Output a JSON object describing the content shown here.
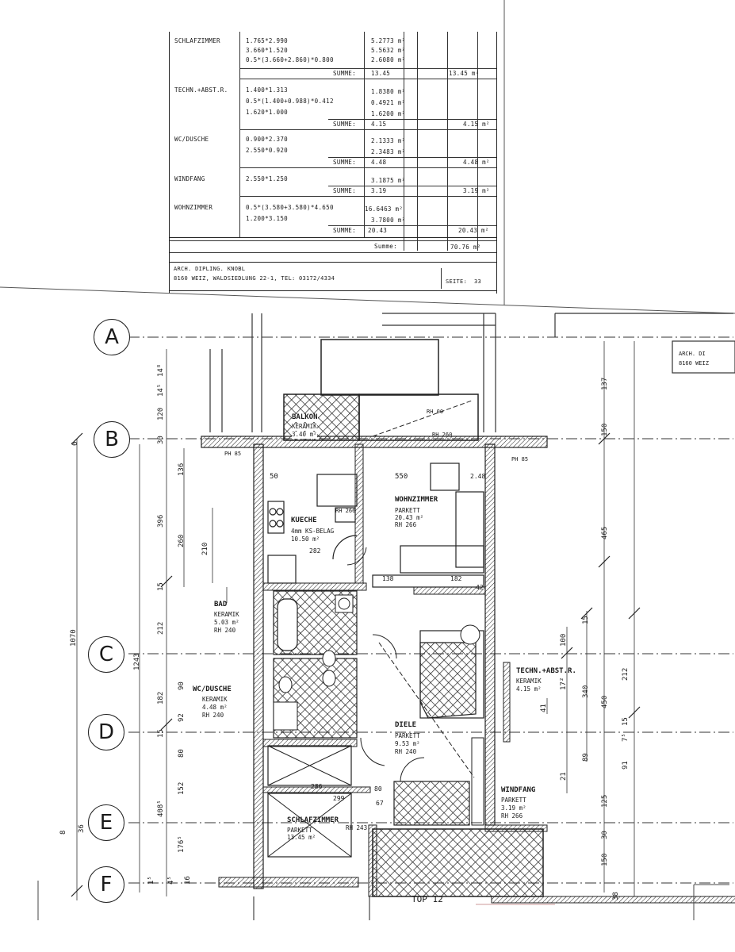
{
  "area_table": {
    "rooms": [
      {
        "name": "SCHLAFZIMMER",
        "formulas": [
          "1.765*2.990",
          "3.660*1.520",
          "0.5*(3.660+2.860)*0.800"
        ],
        "values": [
          "5.2773 m²",
          "5.5632 m²",
          "2.6080 m²"
        ],
        "summe_label": "SUMME:",
        "summe": "13.45",
        "total": "13.45 m²"
      },
      {
        "name": "TECHN.+ABST.R.",
        "formulas": [
          "1.400*1.313",
          "0.5*(1.400+0.988)*0.412",
          "1.620*1.000"
        ],
        "values": [
          "1.8380 m²",
          "0.4921 m²",
          "1.6200 m²"
        ],
        "summe_label": "SUMME:",
        "summe": "4.15",
        "total": "4.15 m²"
      },
      {
        "name": "WC/DUSCHE",
        "formulas": [
          "0.900*2.370",
          "2.550*0.920"
        ],
        "values": [
          "2.1333 m²",
          "2.3483 m²"
        ],
        "summe_label": "SUMME:",
        "summe": "4.48",
        "total": "4.48 m²"
      },
      {
        "name": "WINDFANG",
        "formulas": [
          "2.550*1.250"
        ],
        "values": [
          "3.1875 m²"
        ],
        "summe_label": "SUMME:",
        "summe": "3.19",
        "total": "3.19 m²"
      },
      {
        "name": "WOHNZIMMER",
        "formulas": [
          "0.5*(3.580+3.580)*4.650",
          "1.200*3.150"
        ],
        "values": [
          "16.6463 m²",
          "3.7800 m²"
        ],
        "summe_label": "SUMME:",
        "summe": "20.43",
        "total": "20.43 m²"
      }
    ],
    "summe_label": "Summe:",
    "grand_total": "70.76 m²",
    "footer_line1": "ARCH. DIPLING. KNOBL",
    "footer_line2": "8160 WEIZ, WALDSIEDLUNG 22-1, TEL: 03172/4334",
    "seite_label": "SEITE:",
    "seite": "33"
  },
  "plan": {
    "axes": [
      "A",
      "B",
      "C",
      "D",
      "E",
      "F"
    ],
    "stamp_line1": "ARCH. DI",
    "stamp_line2": "8160 WEIZ",
    "rooms": [
      {
        "name": "WOHNZIMMER",
        "lines": [
          "PARKETT",
          "20.43 m²",
          "RH 266"
        ]
      },
      {
        "name": "KUECHE",
        "lines": [
          "4mm KS-BELAG",
          "10.50 m²"
        ]
      },
      {
        "name": "BAD",
        "lines": [
          "KERAMIK",
          "5.03 m²",
          "RH 240"
        ]
      },
      {
        "name": "WC/DUSCHE",
        "lines": [
          "KERAMIK",
          "4.48 m²",
          "RH 240"
        ]
      },
      {
        "name": "TECHN.+ABST.R.",
        "lines": [
          "KERAMIK",
          "4.15 m²"
        ]
      },
      {
        "name": "DIELE",
        "lines": [
          "PARKETT",
          "9.53 m²",
          "RH 240"
        ]
      },
      {
        "name": "WINDFANG",
        "lines": [
          "PARKETT",
          "3.19 m²",
          "RH 266"
        ]
      },
      {
        "name": "SCHLAFZIMMER",
        "lines": [
          "PARKETT",
          "13.45 m²",
          "RH 243"
        ]
      },
      {
        "name": "BALKON",
        "lines": [
          "KERAMIK",
          "3.40 m²"
        ]
      }
    ],
    "top_label": "TOP 12",
    "dims_left": [
      "14⁸",
      "14⁵",
      "120",
      "30",
      "6",
      "396",
      "136",
      "260",
      "210",
      "15",
      "212",
      "182",
      "90",
      "92",
      "15",
      "80",
      "152",
      "408⁵",
      "176⁵",
      "1070",
      "1243",
      "36",
      "8",
      "1⁵",
      "4⁵",
      "16"
    ],
    "dims_right": [
      "137",
      "150",
      "465",
      "100",
      "15",
      "212",
      "340",
      "450",
      "17²",
      "41",
      "15",
      "7⁵",
      "89",
      "21",
      "91",
      "125",
      "30",
      "150",
      "38"
    ],
    "dims_inner": [
      "550",
      "50",
      "2.48",
      "282",
      "138",
      "182",
      "42",
      "299",
      "286",
      "80",
      "67",
      "RH 260",
      "RH 266",
      "PH 85",
      "PH 85",
      "RH 00"
    ]
  }
}
